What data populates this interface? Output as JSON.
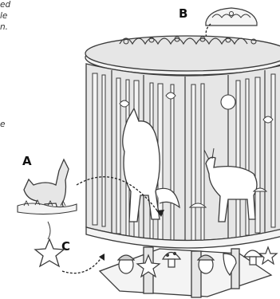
{
  "captions": {
    "top_left": [
      "ed",
      "le",
      "n."
    ],
    "mid_left": "e"
  },
  "labels": {
    "a": "A",
    "b": "B",
    "c": "C"
  },
  "colors": {
    "line": "#3a3a3a",
    "panel": "#e6e6e6",
    "light": "#f4f4f4",
    "shadow": "#bdbdbd",
    "brace": "#cfcfcf"
  }
}
